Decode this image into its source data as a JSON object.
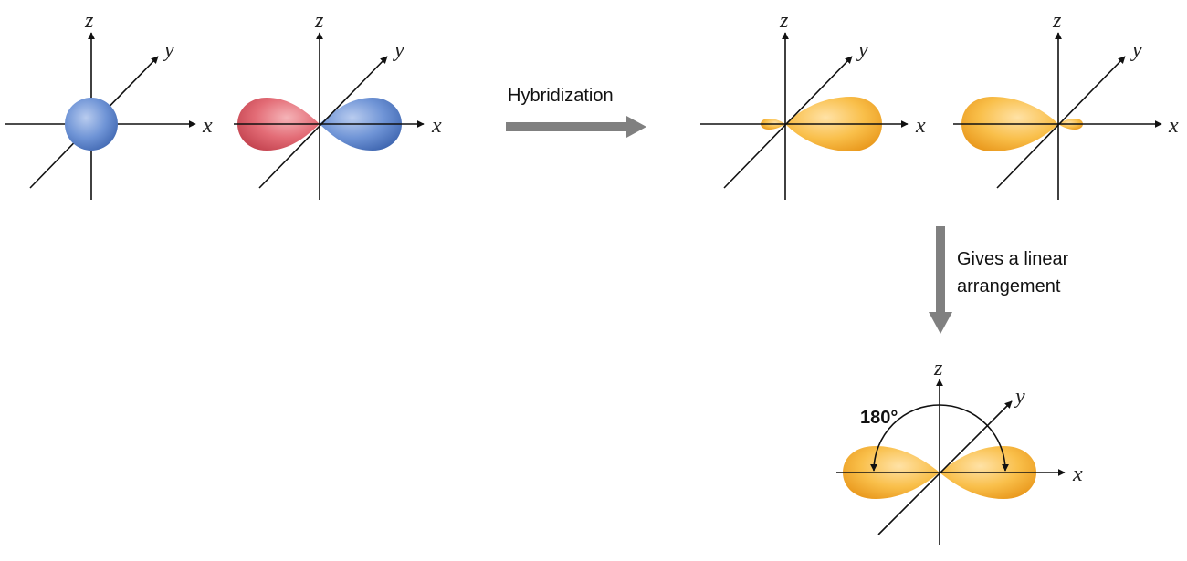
{
  "axes": {
    "x": "x",
    "y": "y",
    "z": "z"
  },
  "labels": {
    "hybridization": "Hybridization",
    "linear_line1": "Gives a linear",
    "linear_line2": "arrangement",
    "angle": "180°"
  },
  "colors": {
    "s_orbital": "#5b86cf",
    "p_positive": "#e36c76",
    "p_negative": "#5b86cf",
    "hybrid": "#f7ad34",
    "arrow": "#808080",
    "axis": "#111111"
  }
}
